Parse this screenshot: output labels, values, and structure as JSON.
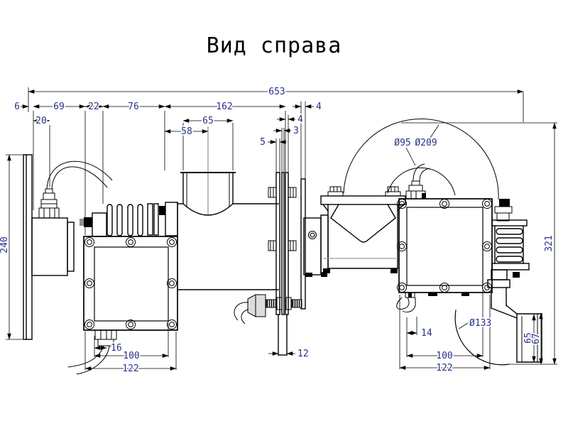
{
  "title": "Вид справа",
  "colors": {
    "outline": "#000000",
    "dim_text": "#283287",
    "background": "#ffffff"
  },
  "dimensions": {
    "overall_width": "653",
    "d6": "6",
    "d69": "69",
    "d22": "22",
    "d76": "76",
    "d162": "162",
    "d4_gap": "4",
    "d20": "20",
    "d65_pipe": "65",
    "d58": "58",
    "d4_plate": "4",
    "d3": "3",
    "d5": "5",
    "d240": "240",
    "d16": "16",
    "d100_left": "100",
    "d122_left": "122",
    "d12": "12",
    "dia95": "Ø95",
    "dia209": "Ø209",
    "d14": "14",
    "d100_right": "100",
    "d122_right": "122",
    "dia133": "Ø133",
    "d65_outlet": "65",
    "d67": "67",
    "d321": "321"
  }
}
